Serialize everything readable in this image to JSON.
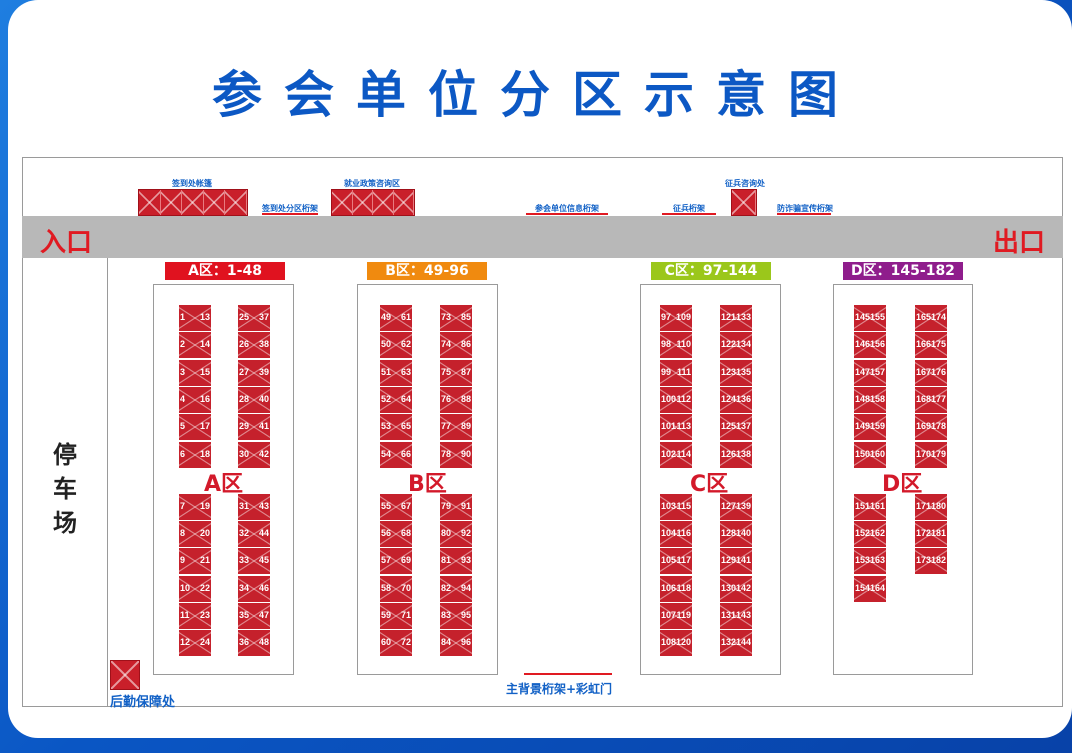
{
  "title": "参会单位分区示意图",
  "entrance": "入口",
  "exit": "出口",
  "parking": [
    "停",
    "车",
    "场"
  ],
  "top_facilities": {
    "checkin_tent": "签到处帐篷",
    "checkin_truss": "签到处分区桁架",
    "employment_policy": "就业政策咨询区",
    "unit_info_truss": "参会单位信息桁架",
    "recruit_truss": "征兵桁架",
    "recruit_consult": "征兵咨询处",
    "anti_fraud_truss": "防诈骗宣传桁架"
  },
  "zones": [
    {
      "label": "A区：1-48",
      "mark": "A区",
      "color": "#e0121f",
      "left": [
        [
          1,
          13
        ],
        [
          2,
          14
        ],
        [
          3,
          15
        ],
        [
          4,
          16
        ],
        [
          5,
          17
        ],
        [
          6,
          18
        ],
        [
          7,
          19
        ],
        [
          8,
          20
        ],
        [
          9,
          21
        ],
        [
          10,
          22
        ],
        [
          11,
          23
        ],
        [
          12,
          24
        ]
      ],
      "right": [
        [
          25,
          37
        ],
        [
          26,
          38
        ],
        [
          27,
          39
        ],
        [
          28,
          40
        ],
        [
          29,
          41
        ],
        [
          30,
          42
        ],
        [
          31,
          43
        ],
        [
          32,
          44
        ],
        [
          33,
          45
        ],
        [
          34,
          46
        ],
        [
          35,
          47
        ],
        [
          36,
          48
        ]
      ]
    },
    {
      "label": "B区：49-96",
      "mark": "B区",
      "color": "#f08a0f",
      "left": [
        [
          49,
          61
        ],
        [
          50,
          62
        ],
        [
          51,
          63
        ],
        [
          52,
          64
        ],
        [
          53,
          65
        ],
        [
          54,
          66
        ],
        [
          55,
          67
        ],
        [
          56,
          68
        ],
        [
          57,
          69
        ],
        [
          58,
          70
        ],
        [
          59,
          71
        ],
        [
          60,
          72
        ]
      ],
      "right": [
        [
          73,
          85
        ],
        [
          74,
          86
        ],
        [
          75,
          87
        ],
        [
          76,
          88
        ],
        [
          77,
          89
        ],
        [
          78,
          90
        ],
        [
          79,
          91
        ],
        [
          80,
          92
        ],
        [
          81,
          93
        ],
        [
          82,
          94
        ],
        [
          83,
          95
        ],
        [
          84,
          96
        ]
      ]
    },
    {
      "label": "C区：97-144",
      "mark": "C区",
      "color": "#9bc71b",
      "left": [
        [
          97,
          109
        ],
        [
          98,
          110
        ],
        [
          99,
          111
        ],
        [
          100,
          112
        ],
        [
          101,
          113
        ],
        [
          102,
          114
        ],
        [
          103,
          115
        ],
        [
          104,
          116
        ],
        [
          105,
          117
        ],
        [
          106,
          118
        ],
        [
          107,
          119
        ],
        [
          108,
          120
        ]
      ],
      "right": [
        [
          121,
          133
        ],
        [
          122,
          134
        ],
        [
          123,
          135
        ],
        [
          124,
          136
        ],
        [
          125,
          137
        ],
        [
          126,
          138
        ],
        [
          127,
          139
        ],
        [
          128,
          140
        ],
        [
          129,
          141
        ],
        [
          130,
          142
        ],
        [
          131,
          143
        ],
        [
          132,
          144
        ]
      ]
    },
    {
      "label": "D区：145-182",
      "mark": "D区",
      "color": "#8f1d8c",
      "left": [
        [
          145,
          155
        ],
        [
          146,
          156
        ],
        [
          147,
          157
        ],
        [
          148,
          158
        ],
        [
          149,
          159
        ],
        [
          150,
          160
        ],
        [
          151,
          161
        ],
        [
          152,
          162
        ],
        [
          153,
          163
        ],
        [
          154,
          164
        ]
      ],
      "right": [
        [
          165,
          174
        ],
        [
          166,
          175
        ],
        [
          167,
          176
        ],
        [
          168,
          177
        ],
        [
          169,
          178
        ],
        [
          170,
          179
        ],
        [
          171,
          180
        ],
        [
          172,
          181
        ],
        [
          173,
          182
        ]
      ]
    }
  ],
  "logistics": "后勤保障处",
  "main_stage": "主背景桁架+彩虹门"
}
